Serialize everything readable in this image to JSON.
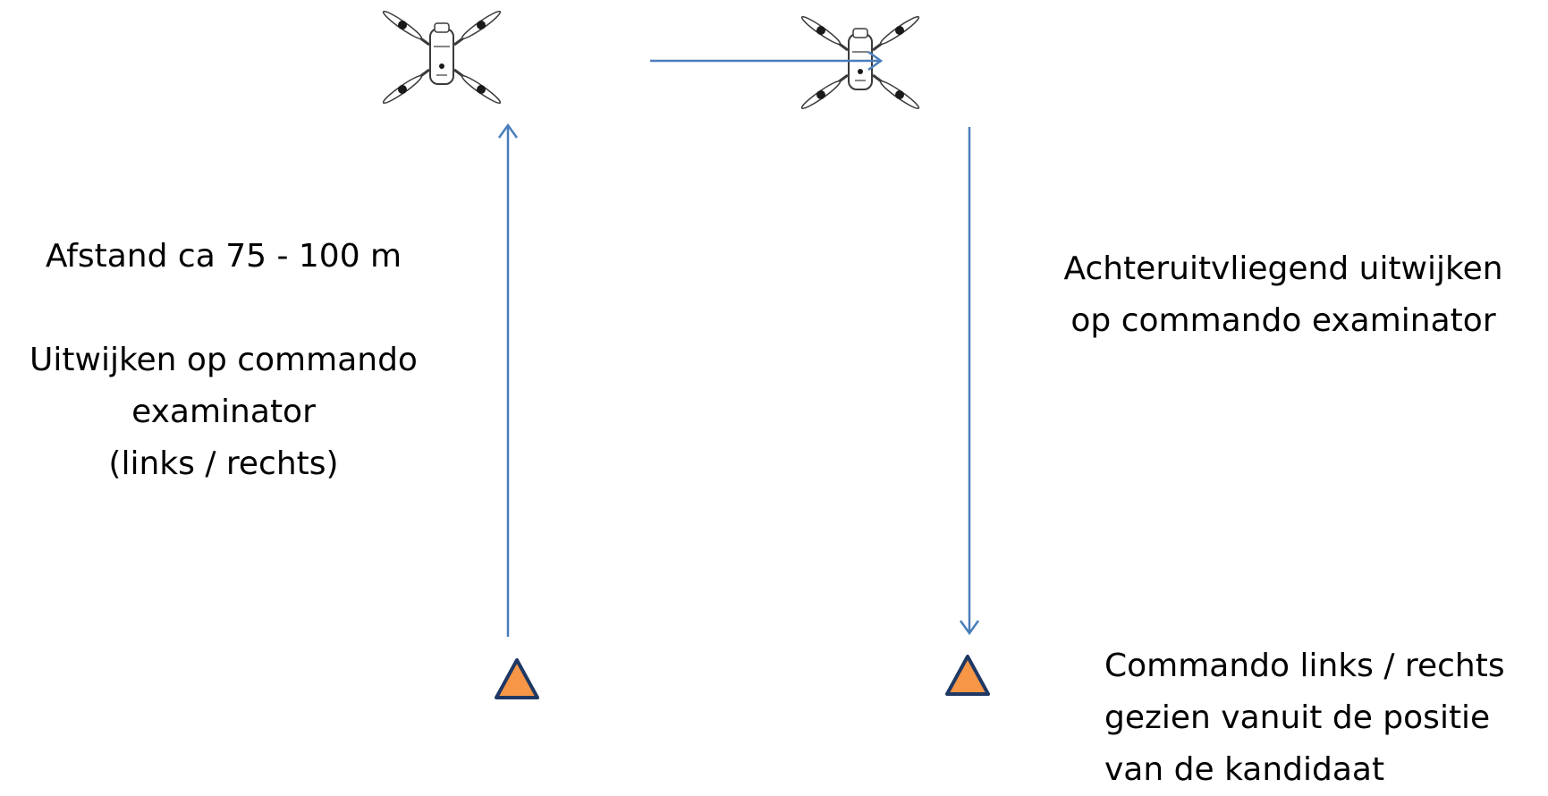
{
  "colors": {
    "arrow": "#4a7ebb",
    "triangle_fill": "#f79646",
    "triangle_stroke": "#1f3864",
    "drone_body": "#ffffff",
    "drone_outline": "#3a3a3a",
    "motor": "#1a1a1a"
  },
  "icons": {
    "drone": "drone-top-view-icon",
    "position_marker": "triangle-marker-icon"
  },
  "labels": {
    "left": {
      "distance": "Afstand ca 75 - 100 m",
      "evade_line1": "Uitwijken op commando",
      "evade_line2": "examinator",
      "evade_line3": "(links / rechts)"
    },
    "right": {
      "backward_line1": "Achteruitvliegend uitwijken",
      "backward_line2": "op commando examinator"
    },
    "bottom": {
      "line1": "Commando links / rechts",
      "line2": "gezien vanuit de positie",
      "line3": "van de kandidaat"
    }
  }
}
